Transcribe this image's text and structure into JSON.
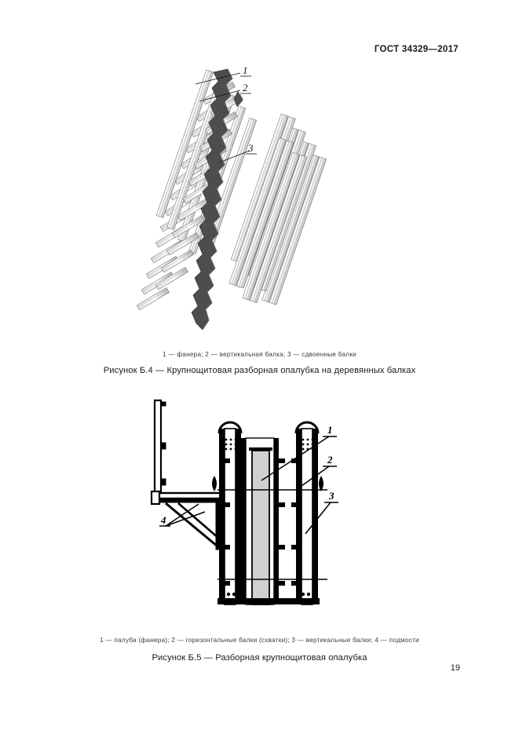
{
  "document": {
    "standard_header": "ГОСТ 34329—2017",
    "page_number": "19"
  },
  "figures": [
    {
      "id": "b4",
      "legend": "1 — фанера; 2 — вертикальная балка; 3 — сдвоенные балки",
      "caption": "Рисунок Б.4 — Крупнощитовая разборная опалубка на деревянных балках",
      "callouts": [
        {
          "num": "1",
          "target": "фанера"
        },
        {
          "num": "2",
          "target": "вертикальная балка"
        },
        {
          "num": "3",
          "target": "сдвоенные балки"
        }
      ]
    },
    {
      "id": "b5",
      "legend": "1 — палуба (фанера); 2 — горизонтальные балки (схватки); 3 — вертикальные балки; 4 — подмости",
      "caption": "Рисунок Б.5 — Разборная крупнощитовая опалубка",
      "callouts": [
        {
          "num": "1",
          "target": "палуба (фанера)"
        },
        {
          "num": "2",
          "target": "горизонтальные балки (схватки)"
        },
        {
          "num": "3",
          "target": "вертикальные балки"
        },
        {
          "num": "4",
          "target": "подмости"
        }
      ]
    }
  ],
  "colors": {
    "ink": "#1a1a1a",
    "line": "#000000",
    "panel_dark": "#4a4a4a",
    "beam_light": "#f2f2f2",
    "beam_shade": "#c9c9c9",
    "deck_fill": "#d0d0d0"
  }
}
